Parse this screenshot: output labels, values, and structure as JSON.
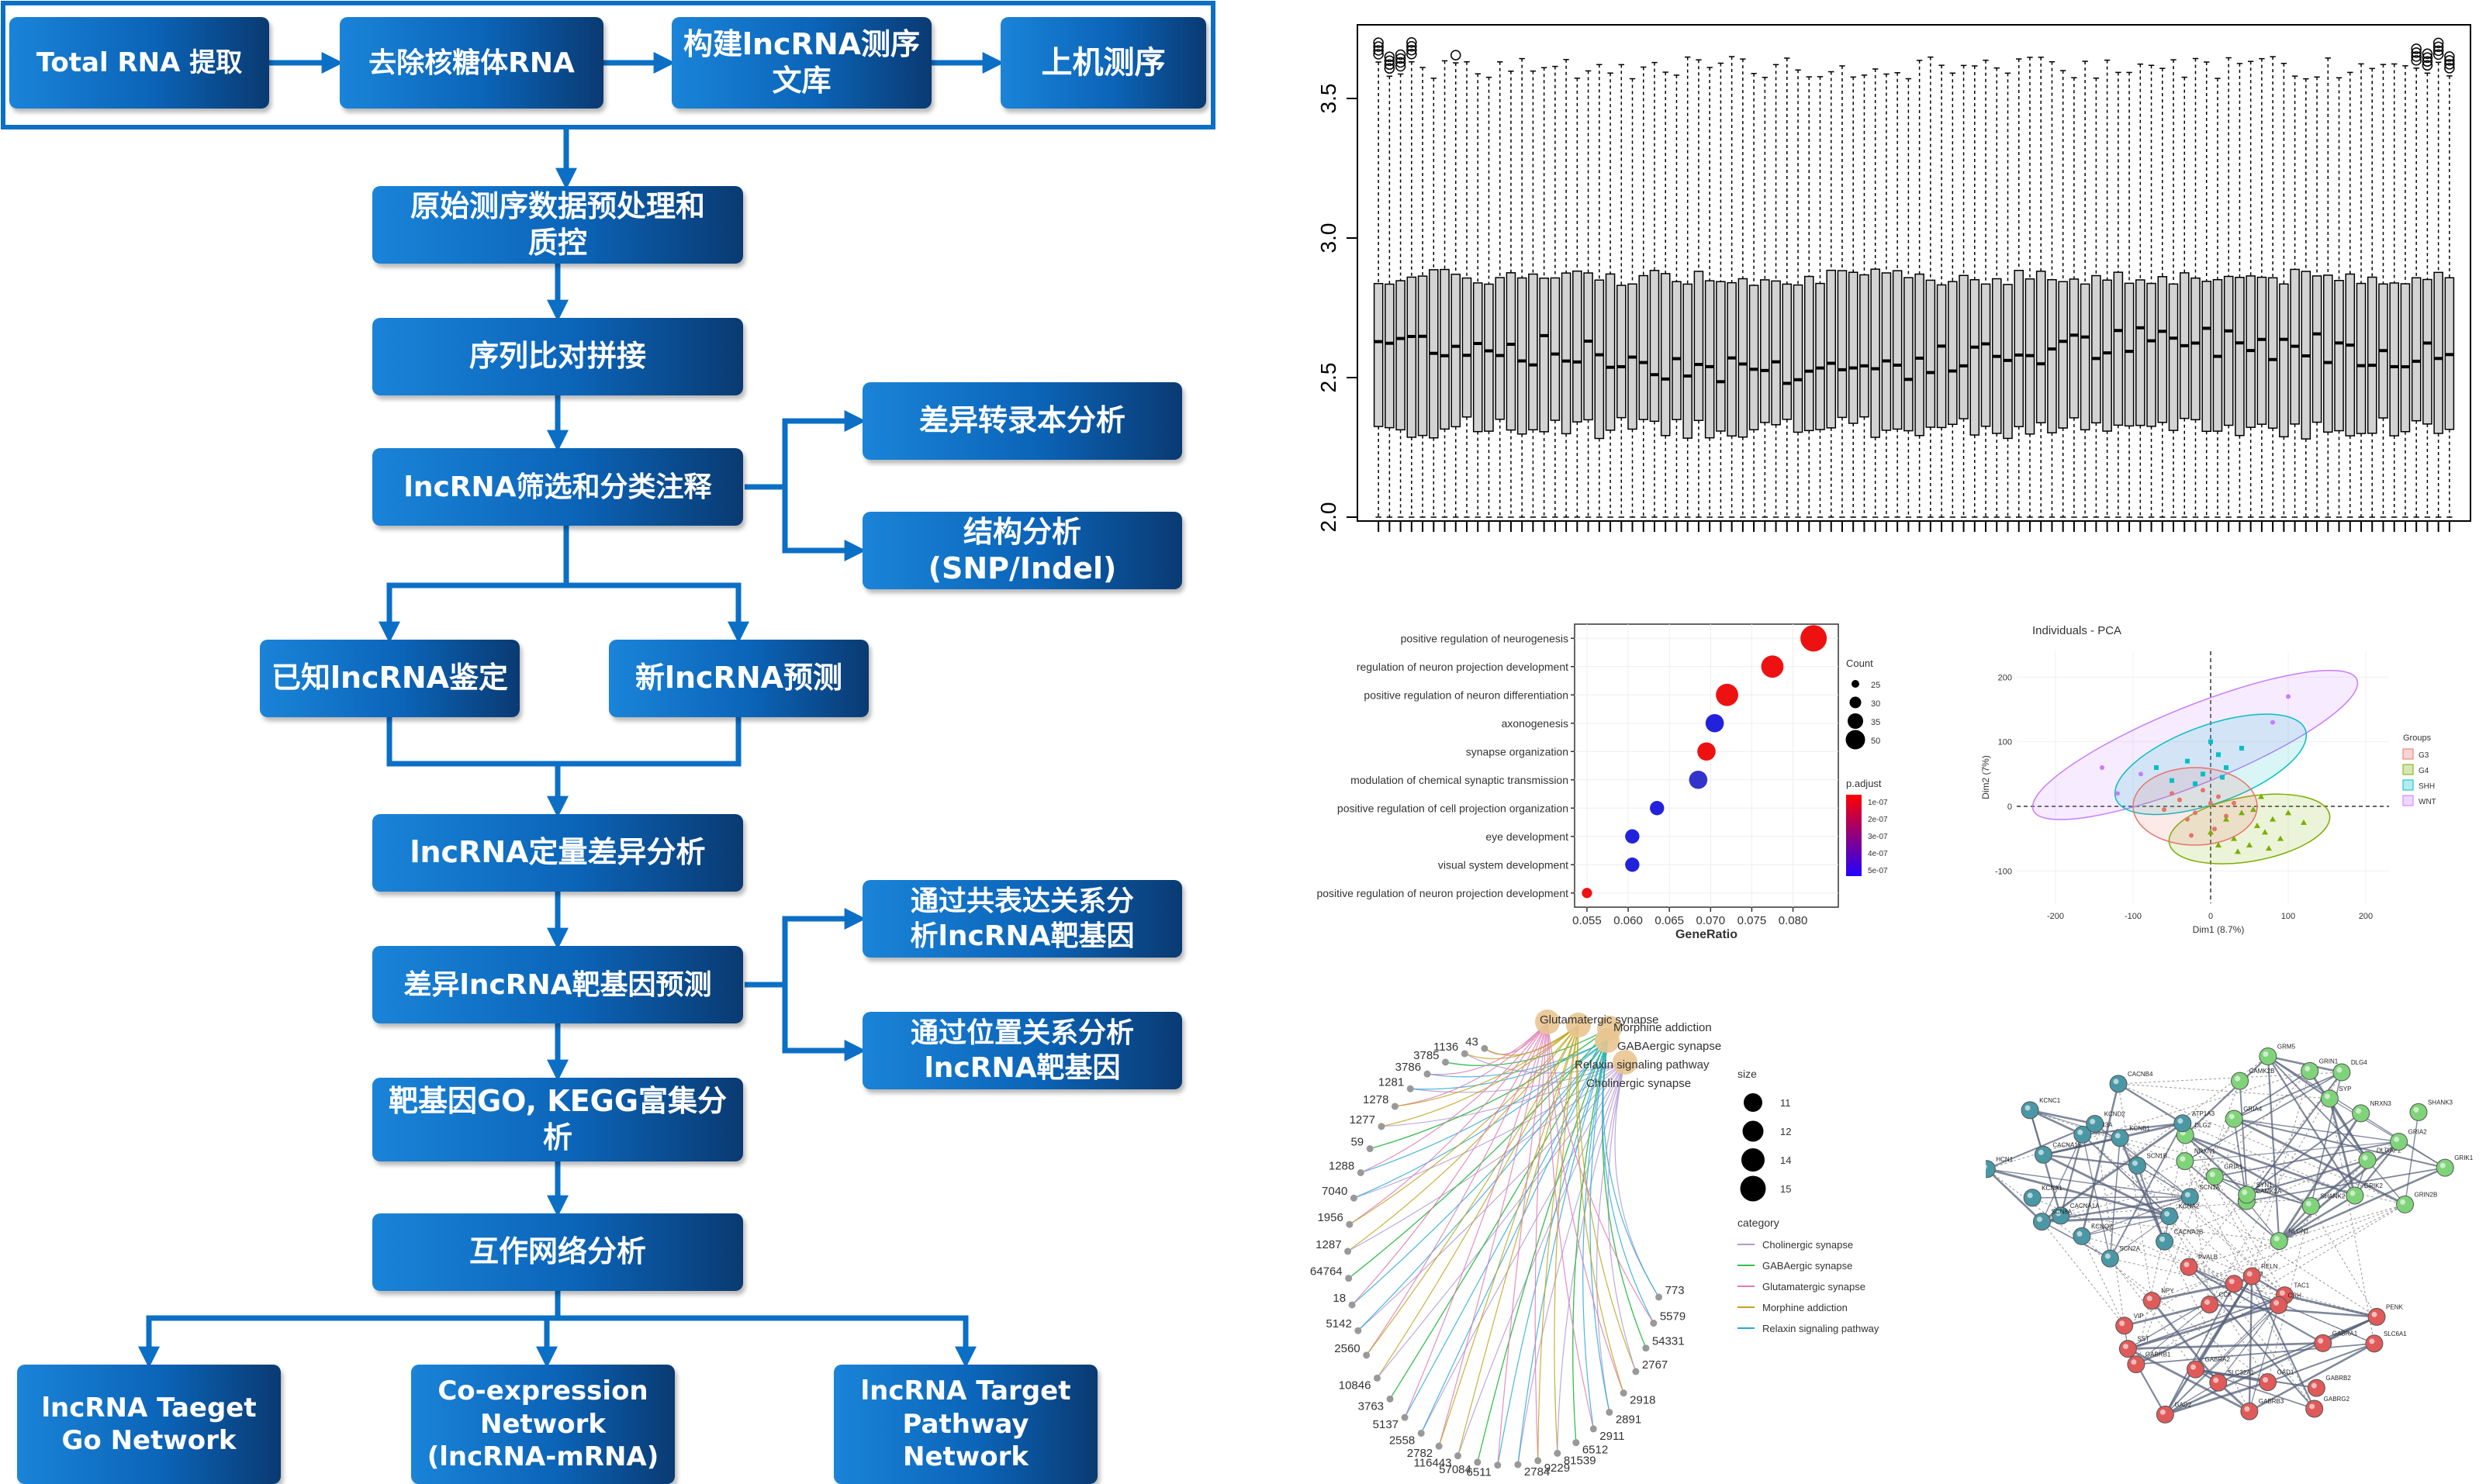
{
  "flow": {
    "colors": {
      "box_start": "#1a84d8",
      "box_end": "#0a3a72",
      "arrow": "#0b6fc6",
      "frame": "#0b6fc6"
    },
    "pipeline_top": [
      "Total RNA 提取",
      "去除核糖体RNA",
      "构建lncRNA测序\n文库",
      "上机测序"
    ],
    "preprocess": "原始测序数据预处理和\n质控",
    "alignment": "序列比对拼接",
    "screening": "lncRNA筛选和分类注释",
    "diff_transcript": "差异转录本分析",
    "structure": "结构分析\n(SNP/Indel)",
    "known": "已知lncRNA鉴定",
    "novel": "新lncRNA预测",
    "quant": "lncRNA定量差异分析",
    "target": "差异lncRNA靶基因预测",
    "coexp_target": "通过共表达关系分\n析lncRNA靶基因",
    "pos_target": "通过位置关系分析\nlncRNA靶基因",
    "enrich": "靶基因GO, KEGG富集分\n析",
    "network": "互作网络分析",
    "outputs": [
      "lncRNA Taeget\nGo Network",
      "Co-expression\nNetwork\n(lncRNA-mRNA)",
      "lncRNA Target\nPathway\nNetwork"
    ]
  },
  "chart_data": [
    {
      "type": "box",
      "n_boxes": 98,
      "y_ticks": [
        "2.0",
        "2.5",
        "3.0",
        "3.5"
      ],
      "ylim": [
        2.0,
        3.75
      ],
      "median_approx": 2.58,
      "q1_approx": 2.32,
      "q3_approx": 2.86,
      "whisker_low": 2.0,
      "whisker_high": 3.65
    },
    {
      "type": "scatter",
      "terms": [
        "positive regulation of neurogenesis",
        "regulation of neuron projection development",
        "positive regulation of neuron differentiation",
        "axonogenesis",
        "synapse organization",
        "modulation of chemical synaptic transmission",
        "positive regulation of cell projection organization",
        "eye development",
        "visual system development",
        "positive regulation of neuron projection development"
      ],
      "gene_ratio": [
        0.0825,
        0.0775,
        0.072,
        0.0705,
        0.0695,
        0.0685,
        0.0635,
        0.0605,
        0.0605,
        0.055
      ],
      "colors": [
        "#ee1111",
        "#ee1111",
        "#ee1111",
        "#2222dd",
        "#ee1111",
        "#3333cc",
        "#2222dd",
        "#2222dd",
        "#2222dd",
        "#ee1111"
      ],
      "sizes": [
        5,
        4,
        4,
        3,
        3,
        3,
        2,
        2,
        2,
        1
      ],
      "xlabel": "GeneRatio",
      "x_ticks": [
        "0.055",
        "0.060",
        "0.065",
        "0.070",
        "0.075",
        "0.080"
      ],
      "xlim": [
        0.0535,
        0.0855
      ],
      "legend_count_title": "Count",
      "legend_count": [
        "25",
        "30",
        "35",
        "50"
      ],
      "legend_padj_title": "p.adjust",
      "legend_padj": [
        "1e-07",
        "2e-07",
        "3e-07",
        "4e-07",
        "5e-07"
      ]
    },
    {
      "type": "scatter",
      "title": "Individuals - PCA",
      "xlabel": "Dim1 (8.7%)",
      "ylabel": "Dim2 (7%)",
      "x_ticks": [
        "-200",
        "-100",
        "0",
        "100",
        "200"
      ],
      "y_ticks": [
        "200",
        "100",
        "0",
        "-100"
      ],
      "xlim": [
        -250,
        230
      ],
      "ylim": [
        -150,
        240
      ],
      "legend_title": "Groups",
      "groups": [
        {
          "name": "G3",
          "color": "#e8736c",
          "ellipse": {
            "cx": -20,
            "cy": 0,
            "rx": 80,
            "ry": 60,
            "angle": 0
          },
          "points": [
            [
              -40,
              10
            ],
            [
              -20,
              -10
            ],
            [
              -30,
              -20
            ],
            [
              0,
              5
            ],
            [
              -10,
              25
            ],
            [
              -60,
              -5
            ],
            [
              20,
              -15
            ],
            [
              5,
              -35
            ],
            [
              -50,
              20
            ],
            [
              10,
              15
            ],
            [
              -25,
              -45
            ],
            [
              30,
              5
            ]
          ]
        },
        {
          "name": "G4",
          "color": "#7cae00",
          "ellipse": {
            "cx": 50,
            "cy": -35,
            "rx": 105,
            "ry": 50,
            "angle": -10
          },
          "points": [
            [
              20,
              -20
            ],
            [
              40,
              -10
            ],
            [
              60,
              -30
            ],
            [
              80,
              -20
            ],
            [
              30,
              -50
            ],
            [
              50,
              -60
            ],
            [
              70,
              -40
            ],
            [
              100,
              -10
            ],
            [
              0,
              -40
            ],
            [
              90,
              -50
            ],
            [
              55,
              -5
            ],
            [
              35,
              -70
            ],
            [
              120,
              -25
            ],
            [
              10,
              -60
            ],
            [
              75,
              -65
            ],
            [
              65,
              15
            ]
          ]
        },
        {
          "name": "SHH",
          "color": "#00bfc4",
          "ellipse": {
            "cx": 0,
            "cy": 65,
            "rx": 130,
            "ry": 60,
            "angle": -20
          },
          "points": [
            [
              -30,
              70
            ],
            [
              -10,
              50
            ],
            [
              10,
              80
            ],
            [
              -50,
              40
            ],
            [
              20,
              60
            ],
            [
              0,
              100
            ],
            [
              -70,
              60
            ],
            [
              40,
              90
            ],
            [
              -20,
              35
            ],
            [
              15,
              45
            ]
          ]
        },
        {
          "name": "WNT",
          "color": "#c77cff",
          "ellipse": {
            "cx": -20,
            "cy": 95,
            "rx": 225,
            "ry": 60,
            "angle": -22
          },
          "points": [
            [
              80,
              130
            ],
            [
              -120,
              20
            ],
            [
              100,
              170
            ],
            [
              -90,
              50
            ],
            [
              -140,
              60
            ]
          ]
        }
      ]
    },
    {
      "type": "network",
      "terms": [
        "Glutamatergic synapse",
        "Morphine addiction",
        "GABAergic synapse",
        "Relaxin signaling pathway",
        "Cholinergic synapse"
      ],
      "term_colors": [
        "#e07bb3",
        "#c1a31d",
        "#35bd4e",
        "#2aa9d8",
        "#b39ad4"
      ],
      "genes": [
        "43",
        "1136",
        "3785",
        "3786",
        "1281",
        "1278",
        "1277",
        "59",
        "1288",
        "7040",
        "1956",
        "1287",
        "64764",
        "18",
        "5142",
        "2560",
        "10846",
        "3763",
        "5137",
        "2558",
        "2782",
        "116443",
        "57084",
        "6511",
        "2784",
        "9229",
        "81539",
        "6512",
        "2911",
        "2891",
        "2918",
        "2767",
        "54331",
        "5579",
        "773"
      ],
      "legend_size_title": "size",
      "legend_size": [
        "11",
        "12",
        "14",
        "15"
      ],
      "legend_category_title": "category",
      "legend_category": [
        "Cholinergic synapse",
        "GABAergic synapse",
        "Glutamatergic synapse",
        "Morphine addiction",
        "Relaxin signaling pathway"
      ]
    },
    {
      "type": "network",
      "clusters": [
        {
          "color": "#7fd47a",
          "labels": [
            "GRIK1",
            "DLGAP2",
            "GRIN2B",
            "GRIK2",
            "SHANK2",
            "NLGN1",
            "CAMK2A",
            "SYN1",
            "GRIA1",
            "NRXN1",
            "DLG2",
            "GRIA4",
            "CAMK2B",
            "GRM5",
            "GRIN1",
            "SYP",
            "DLG4",
            "NRXN3",
            "SHANK3",
            "GRIA2"
          ]
        },
        {
          "color": "#4a98a6",
          "labels": [
            "SCN1A",
            "KCNA2",
            "CACNA1B",
            "SCN2A",
            "KCNQ2",
            "CACNA1A",
            "SCN8A",
            "KCNA1",
            "HCN1",
            "CACNA1E",
            "KCNC1",
            "SCN3A",
            "KCND2",
            "CACNB4",
            "KCNB1",
            "ATP1A3",
            "SCN1B"
          ]
        },
        {
          "color": "#e05a5a",
          "labels": [
            "GABRA1",
            "GABRB2",
            "GABRG2",
            "GAD1",
            "GABRB3",
            "SLC32A1",
            "GAD2",
            "GABRA2",
            "GABRB1",
            "SST",
            "VIP",
            "NPY",
            "CCK",
            "PVALB",
            "CALB2",
            "RELN",
            "TAC1",
            "CRH",
            "PENK",
            "SLC6A1"
          ]
        }
      ]
    }
  ]
}
